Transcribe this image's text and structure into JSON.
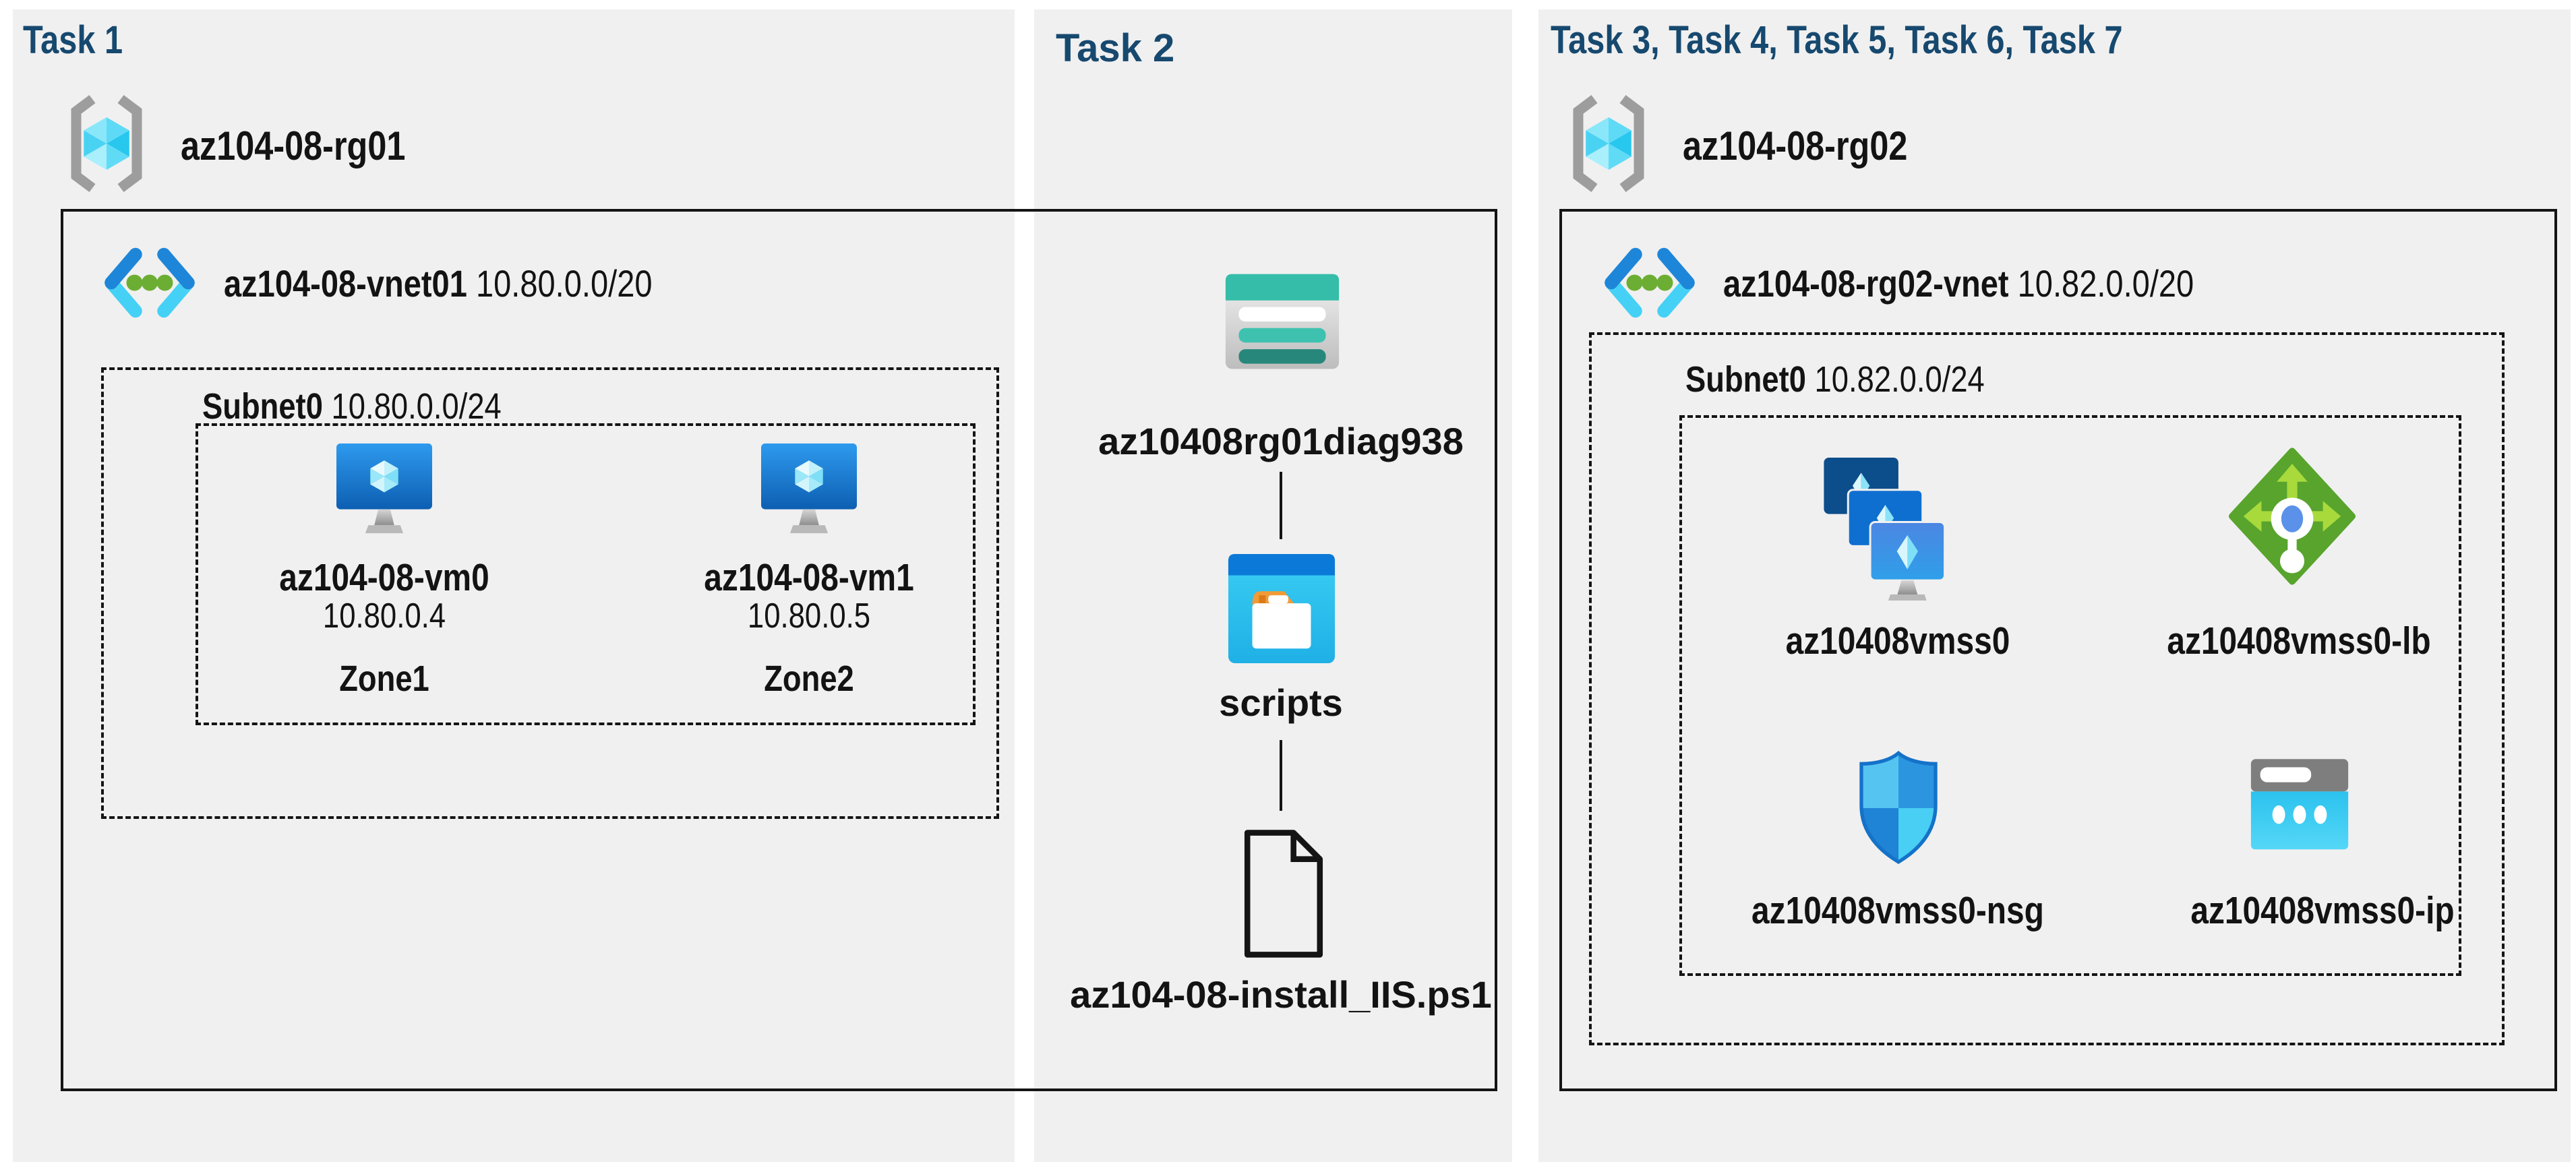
{
  "colors": {
    "canvas_bg": "#FFFFFF",
    "panel_bg": "#F0F0F0",
    "title_color": "#17496F",
    "label_color": "#131313",
    "line_color": "#141414",
    "vnet_blue": "#1E86D8",
    "vnet_cyan": "#45D1F5",
    "storage_teal": "#35BDA9",
    "lb_green": "#58A42D",
    "folder_orange": "#F09B37"
  },
  "panels": {
    "task1": {
      "title": "Task 1",
      "resource_group": {
        "name": "az104-08-rg01",
        "icon": "resource-group"
      },
      "vnet": {
        "name": "az104-08-vnet01",
        "cidr": "10.80.0.0/20",
        "icon": "virtual-network"
      },
      "subnet": {
        "name": "Subnet0",
        "cidr": "10.80.0.0/24"
      },
      "vms": [
        {
          "name": "az104-08-vm0",
          "ip": "10.80.0.4",
          "zone": "Zone1",
          "icon": "virtual-machine"
        },
        {
          "name": "az104-08-vm1",
          "ip": "10.80.0.5",
          "zone": "Zone2",
          "icon": "virtual-machine"
        }
      ]
    },
    "task2": {
      "title": "Task 2",
      "storage_account": "az10408rg01diag938",
      "storage_icon": "storage-account",
      "folder": "scripts",
      "folder_icon": "folder-window",
      "script_file": "az104-08-install_IIS.ps1",
      "file_icon": "file-document"
    },
    "task3": {
      "title": "Task 3, Task 4, Task 5, Task 6, Task 7",
      "resource_group": {
        "name": "az104-08-rg02",
        "icon": "resource-group"
      },
      "vnet": {
        "name": "az104-08-rg02-vnet",
        "cidr": "10.82.0.0/20",
        "icon": "virtual-network"
      },
      "subnet": {
        "name": "Subnet0",
        "cidr": "10.82.0.0/24"
      },
      "resources": [
        {
          "name": "az10408vmss0",
          "icon": "vm-scale-set"
        },
        {
          "name": "az10408vmss0-lb",
          "icon": "load-balancer"
        },
        {
          "name": "az10408vmss0-nsg",
          "icon": "network-security-group"
        },
        {
          "name": "az10408vmss0-ip",
          "icon": "public-ip-address"
        }
      ]
    }
  }
}
